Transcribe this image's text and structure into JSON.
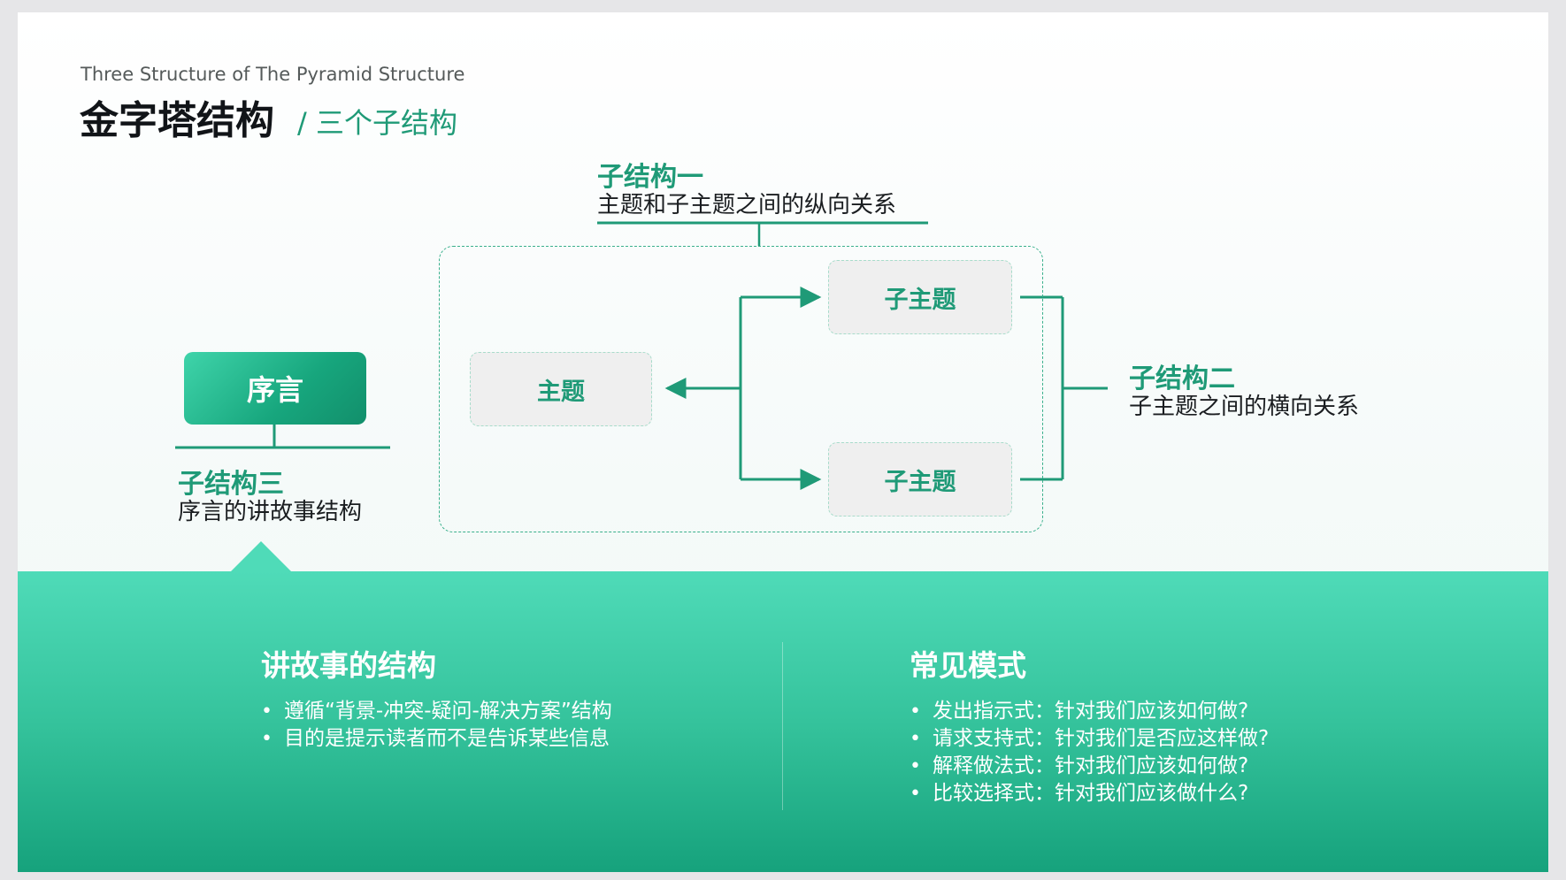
{
  "header": {
    "subtitle_en": "Three Structure of  The Pyramid Structure",
    "title": "金字塔结构",
    "title_suffix": "/ 三个子结构"
  },
  "diagram": {
    "sub1": {
      "title": "子结构一",
      "desc": "主题和子主题之间的纵向关系"
    },
    "sub2": {
      "title": "子结构二",
      "desc": "子主题之间的横向关系"
    },
    "sub3": {
      "title": "子结构三",
      "desc": "序言的讲故事结构"
    },
    "preface_label": "序言",
    "topic_label": "主题",
    "subtopic_top_label": "子主题",
    "subtopic_bottom_label": "子主题"
  },
  "bottom": {
    "left": {
      "heading": "讲故事的结构",
      "bullets": [
        "遵循“背景-冲突-疑问-解决方案”结构",
        "目的是提示读者而不是告诉某些信息"
      ]
    },
    "right": {
      "heading": "常见模式",
      "bullets": [
        "发出指示式：针对我们应该如何做?",
        "请求支持式：针对我们是否应这样做?",
        "解释做法式：针对我们应该如何做?",
        "比较选择式：针对我们应该做什么?"
      ]
    }
  },
  "colors": {
    "accent_green": "#1f9a77",
    "panel_top": "#4fdbb8",
    "panel_bottom": "#16a27c",
    "title_dark": "#111418"
  }
}
